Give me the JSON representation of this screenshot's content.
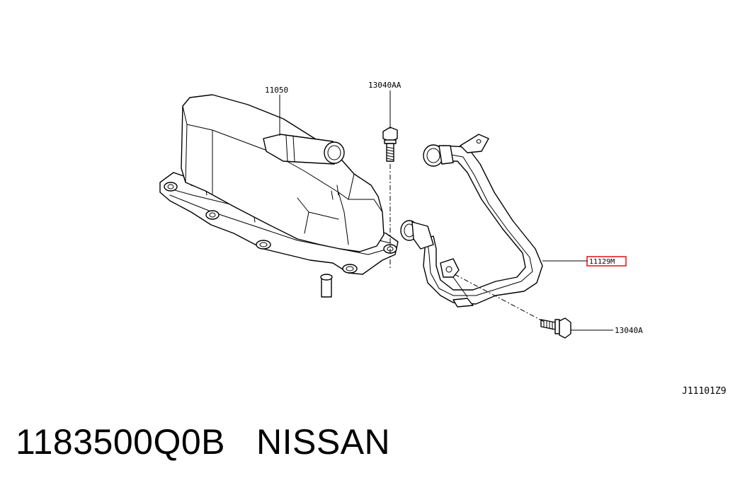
{
  "diagram": {
    "callouts": {
      "cooler": "11050",
      "bolt_top": "13040AA",
      "hose": "11129M",
      "bolt_bottom": "13040A",
      "figure_id": "J11101Z9"
    },
    "highlight_color": "#e00000"
  },
  "caption": {
    "part_number": "1183500Q0B",
    "brand": "NISSAN"
  }
}
